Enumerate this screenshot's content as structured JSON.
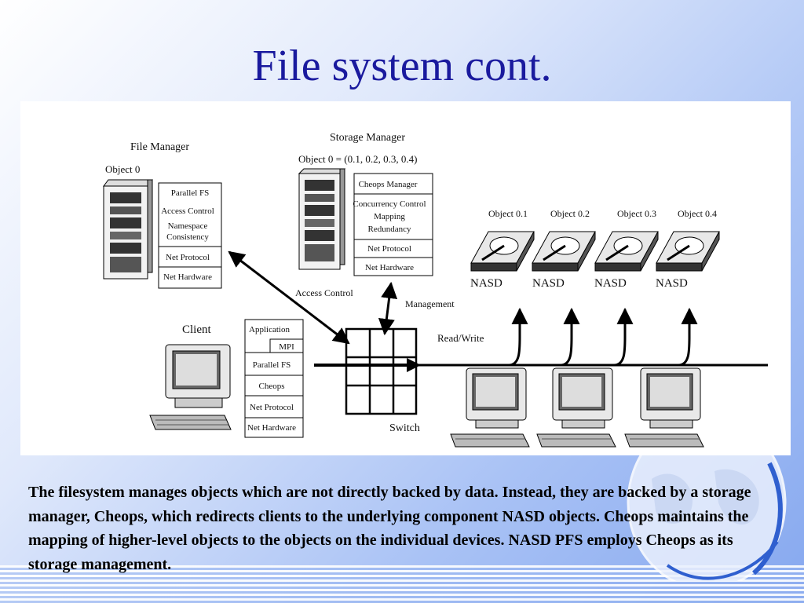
{
  "slide": {
    "title": "File system cont.",
    "caption": "The filesystem manages objects which are not directly backed by data. Instead, they are backed by a storage manager, Cheops, which redirects clients to the underlying component NASD objects. Cheops maintains the mapping of higher-level objects to the objects on the individual devices. NASD PFS employs Cheops as its storage management."
  },
  "diagram": {
    "file_manager": {
      "label": "File Manager",
      "object": "Object 0",
      "stack": [
        "Parallel FS",
        "Access Control",
        "Namespace",
        "Consistency",
        "Net Protocol",
        "Net Hardware"
      ]
    },
    "storage_manager": {
      "label": "Storage Manager",
      "object": "Object 0 = (0.1, 0.2, 0.3, 0.4)",
      "stack": [
        "Cheops Manager",
        "Concurrency Control",
        "Mapping",
        "Redundancy",
        "Net Protocol",
        "Net Hardware"
      ]
    },
    "client": {
      "label": "Client",
      "stack": [
        "Application",
        "MPI",
        "Parallel FS",
        "Cheops",
        "Net Protocol",
        "Net Hardware"
      ]
    },
    "nasd_objects": [
      "Object 0.1",
      "Object 0.2",
      "Object 0.3",
      "Object 0.4"
    ],
    "nasd_label": "NASD",
    "links": {
      "access_control": "Access Control",
      "management": "Management",
      "read_write": "Read/Write",
      "switch": "Switch"
    }
  },
  "colors": {
    "title": "#1a1a9e",
    "background_light": "#ffffff",
    "background_dark": "#86a8ef"
  }
}
